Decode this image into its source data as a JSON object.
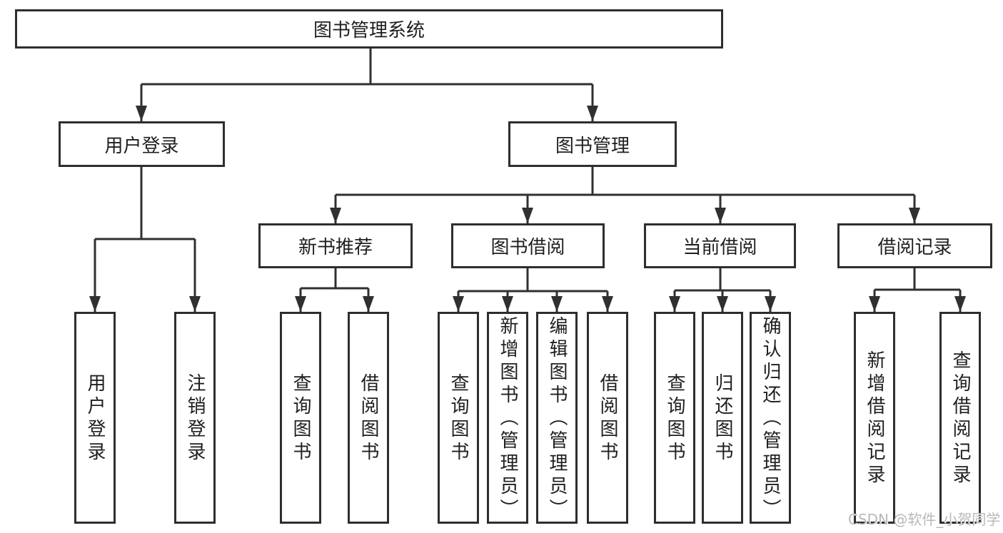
{
  "diagram_title": "图书管理系统",
  "watermark": "CSDN @软件_小贺同学",
  "colors": {
    "line": "#303030",
    "text": "#1f1f1f",
    "box_background": "#ffffff",
    "watermark": "#b9b9b9"
  },
  "hierarchy": {
    "root": {
      "label": "图书管理系统"
    },
    "children": [
      {
        "label": "用户登录",
        "children": [
          {
            "label": "用户登录"
          },
          {
            "label": "注销登录"
          }
        ]
      },
      {
        "label": "图书管理",
        "children": [
          {
            "label": "新书推荐",
            "children": [
              {
                "label": "查询图书"
              },
              {
                "label": "借阅图书"
              }
            ]
          },
          {
            "label": "图书借阅",
            "children": [
              {
                "label": "查询图书"
              },
              {
                "label": "新增图书（管理员）"
              },
              {
                "label": "编辑图书（管理员）"
              },
              {
                "label": "借阅图书"
              }
            ]
          },
          {
            "label": "当前借阅",
            "children": [
              {
                "label": "查询图书"
              },
              {
                "label": "归还图书"
              },
              {
                "label": "确认归还（管理员）"
              }
            ]
          },
          {
            "label": "借阅记录",
            "children": [
              {
                "label": "新增借阅记录"
              },
              {
                "label": "查询借阅记录"
              }
            ]
          }
        ]
      }
    ]
  }
}
